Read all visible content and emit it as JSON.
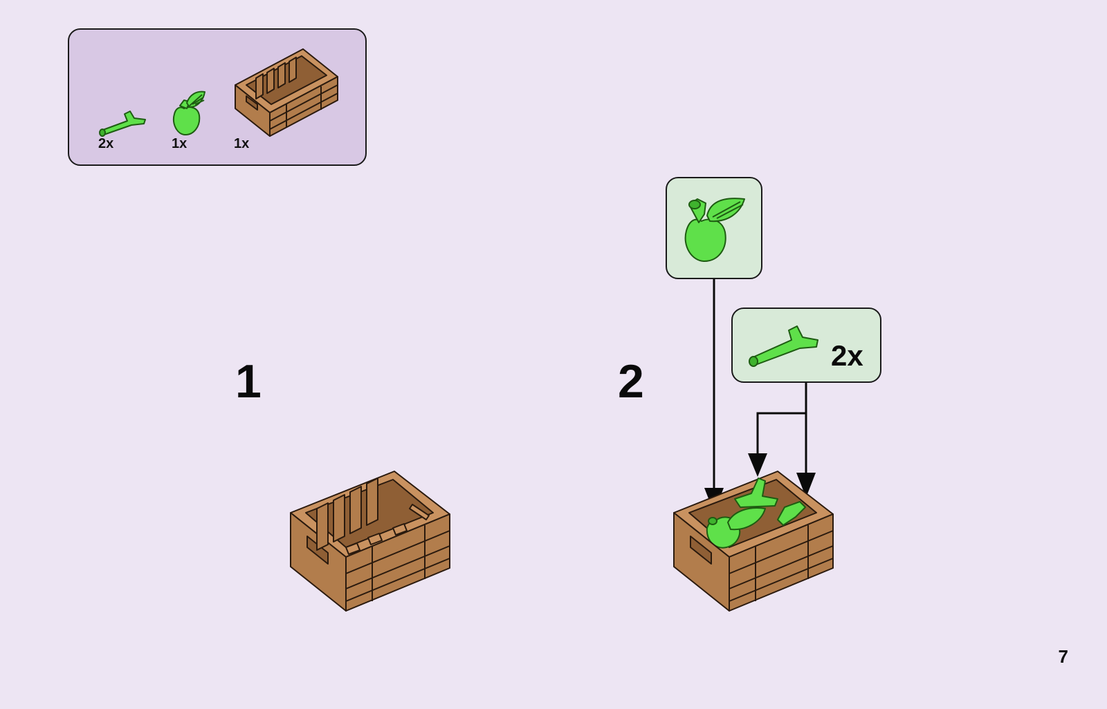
{
  "parts_list": {
    "items": [
      {
        "part": "stem-piece",
        "qty": "2x"
      },
      {
        "part": "apple",
        "qty": "1x"
      },
      {
        "part": "crate",
        "qty": "1x"
      }
    ]
  },
  "steps": [
    {
      "number": "1"
    },
    {
      "number": "2",
      "callouts": [
        {
          "part": "apple",
          "qty": ""
        },
        {
          "part": "stem-piece",
          "qty": "2x"
        }
      ]
    }
  ],
  "page_number": "7",
  "colors": {
    "background": "#ede5f3",
    "parts_box": "#d8c8e4",
    "callout_box": "#d8ead8",
    "brick_green": "#5fe04a",
    "crate_brown": "#b27d4c"
  }
}
